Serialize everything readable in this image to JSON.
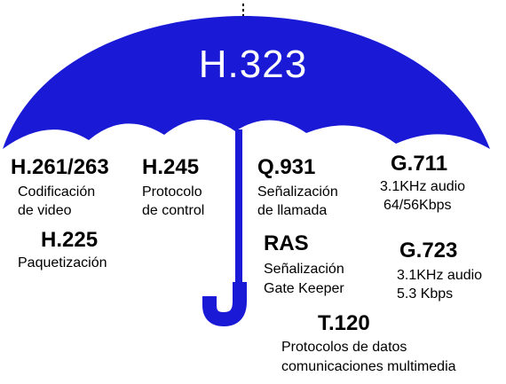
{
  "colors": {
    "canopy": "#1a1ad6",
    "handle": "#1a1ad6",
    "title_text": "#ffffff",
    "text": "#000000"
  },
  "umbrella": {
    "title": "H.323"
  },
  "protocols": [
    {
      "name": "H.261/263",
      "description_lines": [
        "Codificación",
        "de video"
      ]
    },
    {
      "name": "H.245",
      "description_lines": [
        "Protocolo",
        "de control"
      ]
    },
    {
      "name": "Q.931",
      "description_lines": [
        "Señalización",
        "de llamada"
      ]
    },
    {
      "name": "G.711",
      "description_lines": [
        "3.1KHz audio",
        "64/56Kbps"
      ]
    },
    {
      "name": "H.225",
      "description_lines": [
        "Paquetización"
      ]
    },
    {
      "name": "RAS",
      "description_lines": [
        "Señalización",
        "Gate Keeper"
      ]
    },
    {
      "name": "G.723",
      "description_lines": [
        "3.1KHz audio",
        "5.3 Kbps"
      ]
    },
    {
      "name": "T.120",
      "description_lines": [
        "Protocolos de datos",
        "comunicaciones multimedia"
      ]
    }
  ]
}
